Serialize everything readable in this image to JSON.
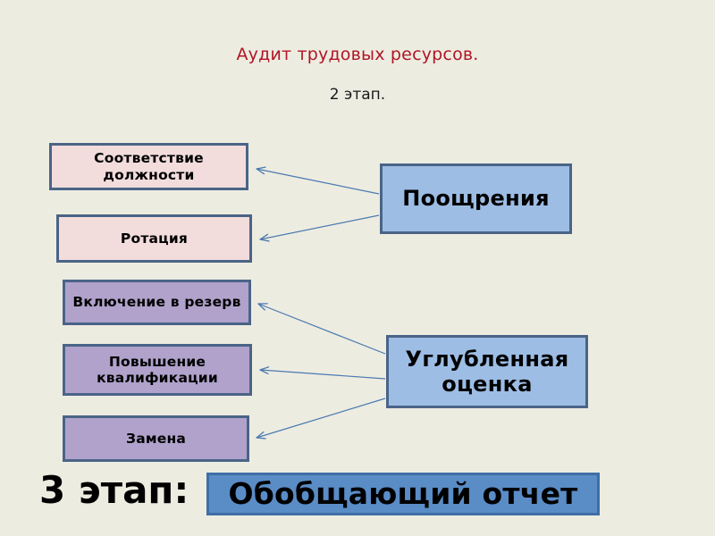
{
  "slide": {
    "background_color": "#edece1",
    "title": "Аудит трудовых ресурсов.",
    "title_color": "#b01525",
    "subtitle": "2 этап.",
    "subtitle_color": "#1a1a1a"
  },
  "palette": {
    "pink_fill": "#f2dcdc",
    "lilac_fill": "#b0a2cb",
    "light_blue_fill": "#9dbde4",
    "medium_blue_fill": "#5a8cc6",
    "box_border": "#4a6487",
    "arrow_color": "#4a7ab0",
    "text_color": "#000000"
  },
  "outcome_nodes": [
    {
      "label": "Соответствие должности",
      "fill": "#f2dcdc"
    },
    {
      "label": "Ротация",
      "fill": "#f2dcdc"
    },
    {
      "label": "Включение в резерв",
      "fill": "#b0a2cb"
    },
    {
      "label": "Повышение квалификации",
      "fill": "#b0a2cb"
    },
    {
      "label": "Замена",
      "fill": "#b0a2cb"
    }
  ],
  "decision_nodes": [
    {
      "label": "Поощрения",
      "fill": "#9dbde4"
    },
    {
      "label": "Углубленная оценка",
      "fill": "#9dbde4"
    }
  ],
  "stage3": {
    "label": "3 этап:",
    "report_label": "Обобщающий отчет"
  },
  "connections": [
    {
      "from": "Поощрения",
      "to": "Соответствие должности"
    },
    {
      "from": "Поощрения",
      "to": "Ротация"
    },
    {
      "from": "Углубленная оценка",
      "to": "Включение в резерв"
    },
    {
      "from": "Углубленная оценка",
      "to": "Повышение квалификации"
    },
    {
      "from": "Углубленная оценка",
      "to": "Замена"
    }
  ]
}
